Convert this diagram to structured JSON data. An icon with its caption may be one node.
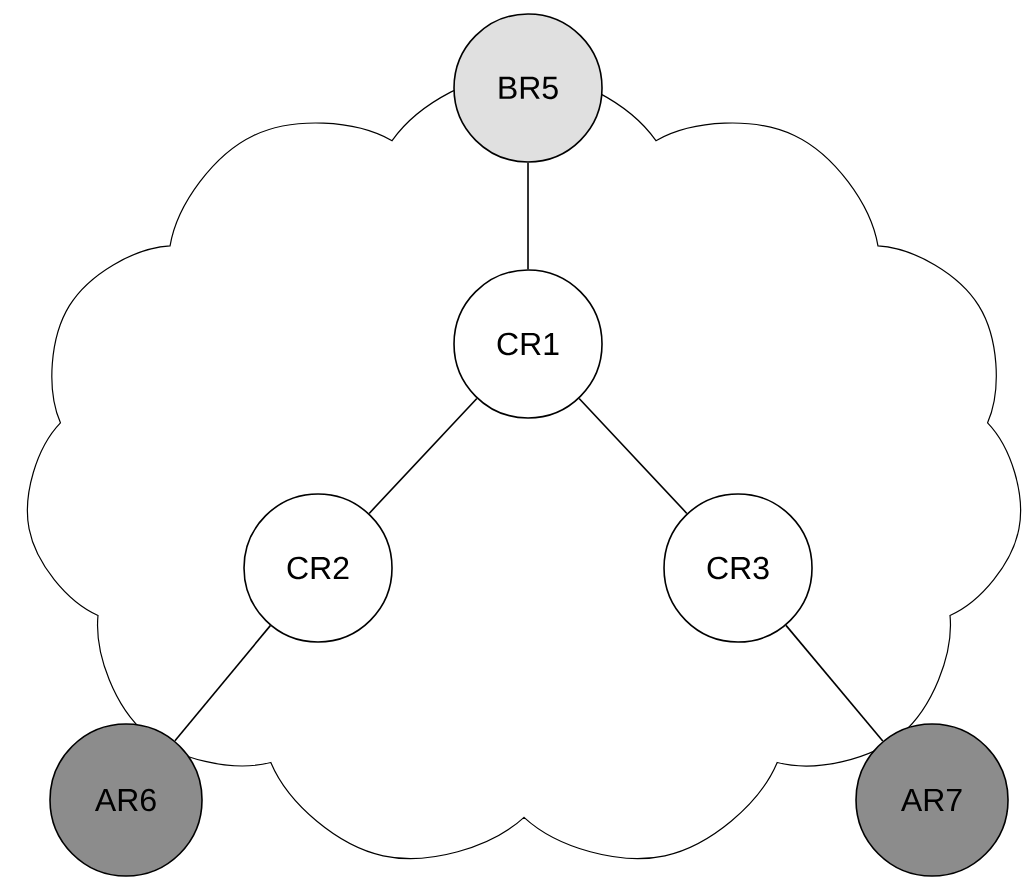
{
  "diagram": {
    "nodes": [
      {
        "text": [
          "BR5"
        ]
      },
      {
        "text": [
          "CR1"
        ]
      },
      {
        "text": [
          "CR2"
        ]
      },
      {
        "text": [
          "CR3"
        ]
      },
      {
        "text": [
          "AR6"
        ]
      },
      {
        "text": [
          "AR7"
        ]
      }
    ],
    "edges": [
      {
        "from": 0,
        "to": 1,
        "arrow": "none"
      },
      {
        "from": 1,
        "to": 2,
        "arrow": "none"
      },
      {
        "from": 1,
        "to": 3,
        "arrow": "none"
      },
      {
        "from": 2,
        "to": 4,
        "arrow": "none"
      },
      {
        "from": 3,
        "to": 5,
        "arrow": "none"
      }
    ]
  }
}
